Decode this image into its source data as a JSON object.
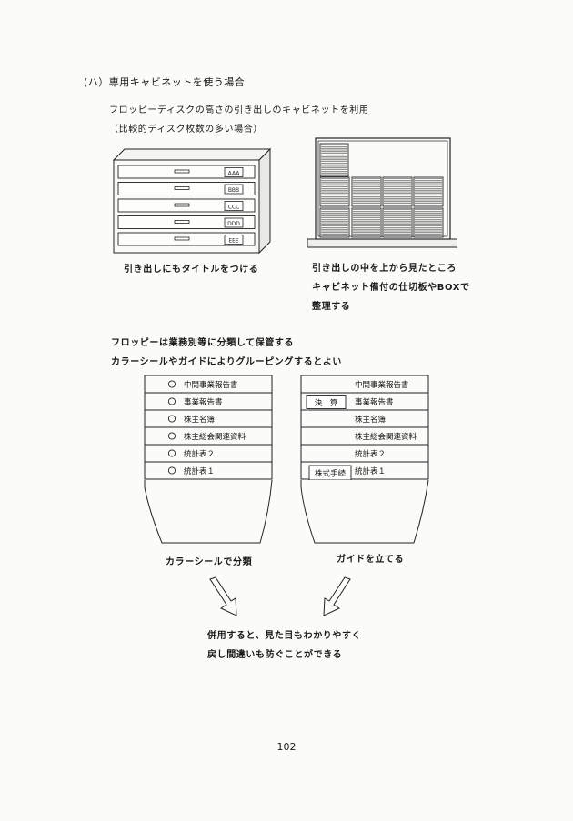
{
  "section": {
    "heading": "(ハ）専用キャビネットを使う場合",
    "subtitle": "フロッピーディスクの高さの引き出しのキャビネットを利用",
    "subtitle_note": "（比較的ディスク枚数の多い場合）"
  },
  "cabinet": {
    "drawer_labels": [
      "AAA",
      "BBB",
      "CCC",
      "DDD",
      "EEE"
    ],
    "caption": "引き出しにもタイトルをつける"
  },
  "top_view": {
    "caption_lines": [
      "引き出しの中を上から見たところ",
      "キャビネット備付の仕切板やBOXで",
      "整理する"
    ]
  },
  "grouping": {
    "line1": "フロッピーは業務別等に分類して保管する",
    "line2": "カラーシールやガイドによりグルーピングするとよい"
  },
  "left_stack": {
    "items": [
      "中間事業報告書",
      "事業報告書",
      "株主名簿",
      "株主総会関連資料",
      "統計表２",
      "統計表１"
    ],
    "caption": "カラーシールで分類"
  },
  "right_stack": {
    "items": [
      "中間事業報告書",
      "事業報告書",
      "株主名簿",
      "株主総会関連資料",
      "統計表２",
      "統計表１"
    ],
    "guide_labels": [
      "決　算",
      "株式手続"
    ],
    "caption": "ガイドを立てる"
  },
  "conclusion": {
    "line1": "併用すると、見た目もわかりやすく",
    "line2": "戻し間違いも防ぐことができる"
  },
  "page_number": "102"
}
